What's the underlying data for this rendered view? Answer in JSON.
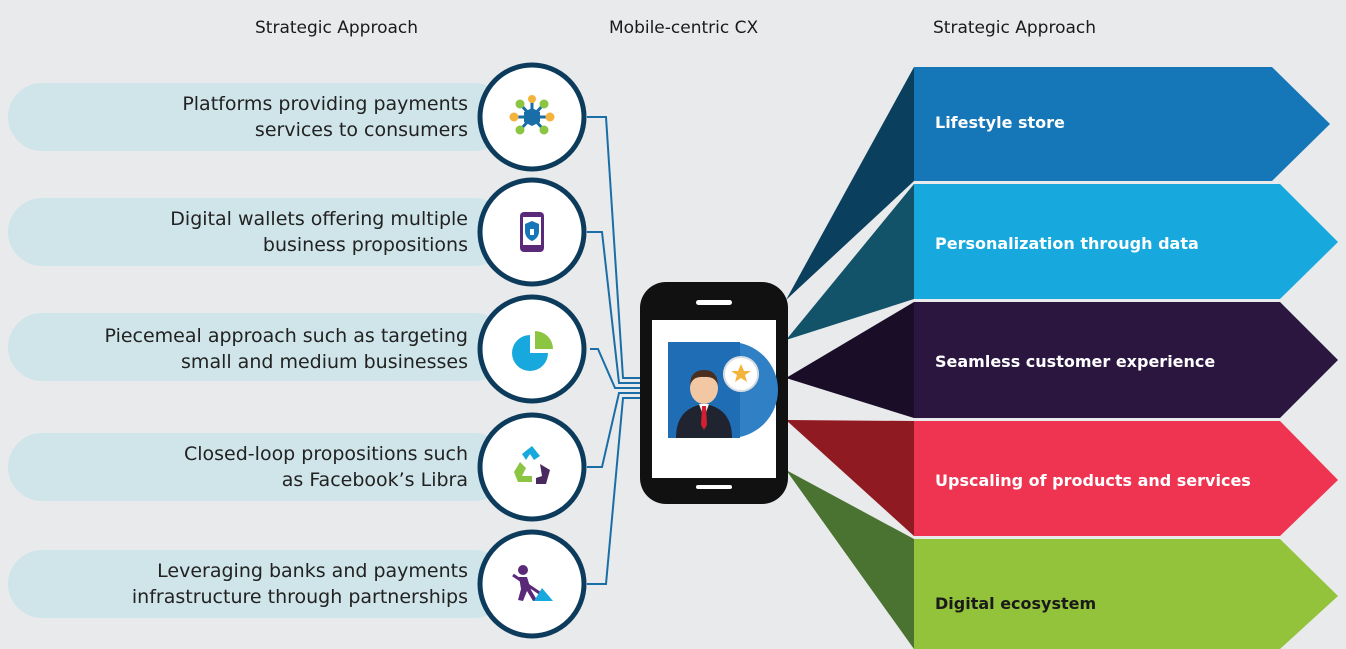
{
  "headings": {
    "left": "Strategic Approach",
    "center": "Mobile-centric CX",
    "right": "Strategic Approach"
  },
  "left_items": [
    {
      "line1": "Platforms providing payments",
      "line2": "services to consumers",
      "icon": "network-hub-icon"
    },
    {
      "line1": "Digital wallets offering multiple",
      "line2": "business propositions",
      "icon": "secure-phone-icon"
    },
    {
      "line1": "Piecemeal approach such as targeting",
      "line2": "small and medium businesses",
      "icon": "pie-chart-icon"
    },
    {
      "line1": "Closed-loop propositions such",
      "line2": "as Facebook’s Libra",
      "icon": "recycle-icon"
    },
    {
      "line1": "Leveraging banks and payments",
      "line2": "infrastructure through partnerships",
      "icon": "construction-worker-icon"
    }
  ],
  "right_items": [
    {
      "label": "Lifestyle store",
      "color": "#1576b8",
      "fold_color": "#0b3f5e",
      "text_color": "#ffffff"
    },
    {
      "label": "Personalization through data",
      "color": "#17a9dd",
      "fold_color": "#13536a",
      "text_color": "#ffffff"
    },
    {
      "label": "Seamless customer experience",
      "color": "#2b1640",
      "fold_color": "#1a0d27",
      "text_color": "#ffffff"
    },
    {
      "label": "Upscaling of products and services",
      "color": "#ee3451",
      "fold_color": "#8f1a22",
      "text_color": "#ffffff"
    },
    {
      "label": "Digital ecosystem",
      "color": "#93c23b",
      "fold_color": "#4a7331",
      "text_color": "#1a1a1a"
    }
  ],
  "colors": {
    "pill": "#cfe5ea",
    "circle_border": "#0d3b5c",
    "connector": "#1a6ea8",
    "phone_body": "#111111"
  }
}
